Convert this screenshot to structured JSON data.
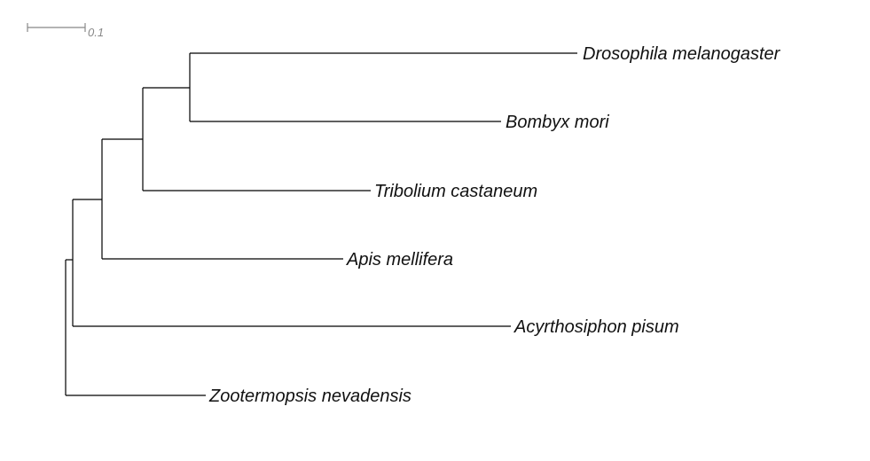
{
  "tree": {
    "scale_bar": {
      "label": "0.1",
      "color": "#888888"
    },
    "taxa": [
      "Drosophila melanogaster",
      "Bombyx mori",
      "Tribolium castaneum",
      "Apis mellifera",
      "Acyrthosiphon pisum",
      "Zootermopsis nevadensis"
    ],
    "newick": "(((((Drosophila melanogaster,Bombyx mori),Tribolium castaneum),Apis mellifera),Acyrthosiphon pisum),Zootermopsis nevadensis);"
  }
}
